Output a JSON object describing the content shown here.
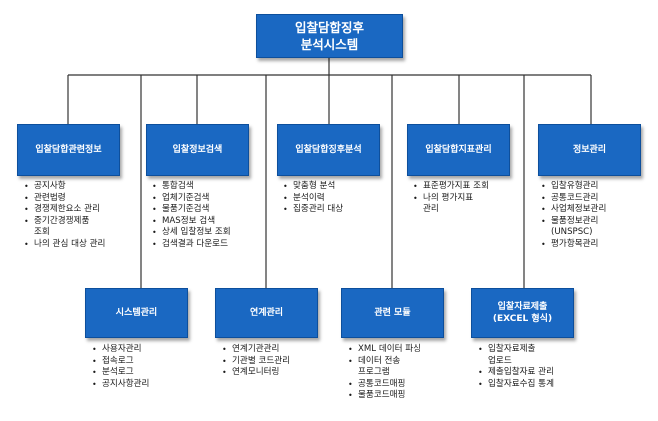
{
  "root": {
    "label": "입찰담합징후\n분석시스템"
  },
  "top_modules": [
    {
      "label": "입찰담합관련정보",
      "items": [
        "공지사항",
        "관련법령",
        "경쟁제한요소 관리",
        "중기간경쟁제품\n조회",
        "나의 관심 대상 관리"
      ]
    },
    {
      "label": "입찰정보검색",
      "items": [
        "통합검색",
        "업체기준검색",
        "물품기준검색",
        "MAS정보 검색",
        "상세 입찰정보 조회",
        "검색결과 다운로드"
      ]
    },
    {
      "label": "입찰담합징후분석",
      "items": [
        "맞춤형 분석",
        "분석이력",
        "집중관리 대상"
      ]
    },
    {
      "label": "입찰담합지표관리",
      "items": [
        "표준평가지표 조회",
        "나의 평가지표\n관리"
      ]
    },
    {
      "label": "정보관리",
      "items": [
        "입찰유형관리",
        "공통코드관리",
        "사업체정보관리",
        "물품정보관리\n(UNSPSC)",
        "평가항목관리"
      ]
    }
  ],
  "bottom_modules": [
    {
      "label": "시스템관리",
      "items": [
        "사용자관리",
        "접속로그",
        "분석로그",
        "공지사항관리"
      ]
    },
    {
      "label": "연계관리",
      "items": [
        "연계기관관리",
        "기관별 코드관리",
        "연계모니터링"
      ]
    },
    {
      "label": "관련 모듈",
      "items": [
        "XML 데이터 파싱",
        "데이터 전송\n프로그램",
        "공통코드매핑",
        "물품코드매핑"
      ]
    },
    {
      "label": "입찰자료제출\n(EXCEL 형식)",
      "items": [
        "입찰자료제출\n업로드",
        "제출입찰자료 관리",
        "입찰자료수집 통계"
      ]
    }
  ],
  "colors": {
    "box_fill": "#1a68c2",
    "box_border": "#0d4f9c",
    "connector": "#333333",
    "text": "#1a1a1a"
  }
}
